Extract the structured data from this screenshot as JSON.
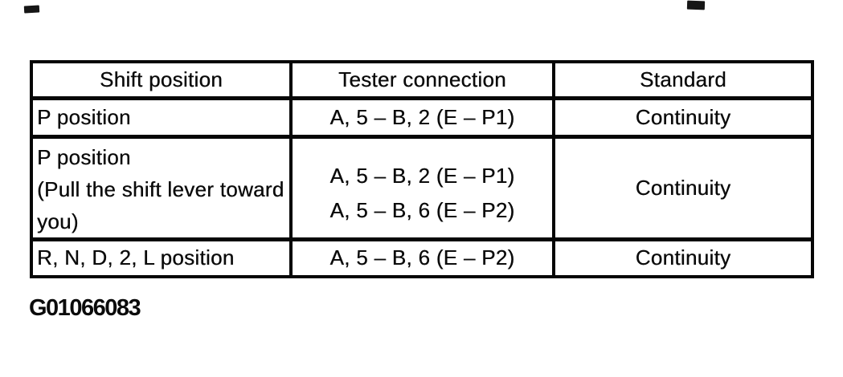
{
  "document": {
    "artifacts": {
      "scan_specks": [
        "top-left",
        "top-right"
      ]
    },
    "table": {
      "headers": [
        "Shift position",
        "Tester connection",
        "Standard"
      ],
      "rows": [
        {
          "shift_position": [
            "P position"
          ],
          "tester_connection": [
            "A, 5 – B, 2 (E – P1)"
          ],
          "standard": "Continuity"
        },
        {
          "shift_position": [
            "P position",
            "(Pull the shift lever toward",
            "you)"
          ],
          "tester_connection": [
            "A, 5 – B, 2 (E – P1)",
            "A, 5 – B, 6 (E – P2)"
          ],
          "standard": "Continuity"
        },
        {
          "shift_position": [
            "R, N, D, 2, L position"
          ],
          "tester_connection": [
            "A, 5 – B, 6 (E – P2)"
          ],
          "standard": "Continuity"
        }
      ]
    },
    "figure_id": "G01066083",
    "colors": {
      "ink": "#0b0b0b",
      "paper": "#ffffff"
    }
  }
}
